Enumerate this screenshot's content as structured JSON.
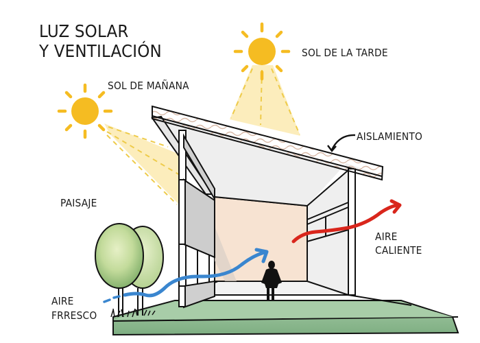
{
  "title": {
    "line1": "LUZ SOLAR",
    "line2": "Y VENTILACIÓN"
  },
  "labels": {
    "afternoon_sun": "SOL DE LA TARDE",
    "morning_sun": "SOL DE MAÑANA",
    "insulation": "AISLAMIENTO",
    "landscape": "PAISAJE",
    "hot_air_line1": "AIRE",
    "hot_air_line2": "CALIENTE",
    "fresh_air_line1": "AIRE",
    "fresh_air_line2": "FRRESCO"
  },
  "colors": {
    "sun": "#F5BC22",
    "sun_beam": "#FBE7A6",
    "beam_dash": "#EECB4A",
    "insulation_wave": "#D7B8A6",
    "back_wall": "#F7E3D2",
    "panel_gray": "#D2D2D2",
    "ground": "#8DB98F",
    "ground_dark": "#6E9E73",
    "fresh_air_arrow": "#3A86CF",
    "hot_air_arrow": "#D9261C",
    "tree_light": "#CFE3A9",
    "tree_dark": "#8DB472",
    "ink": "#111111"
  },
  "icons": {
    "morning_sun": "sun-icon",
    "afternoon_sun": "sun-icon",
    "fresh_air": "arrow-curve-right-icon",
    "hot_air": "arrow-curve-right-icon",
    "person": "person-silhouette-icon",
    "trees": "tree-icon"
  }
}
